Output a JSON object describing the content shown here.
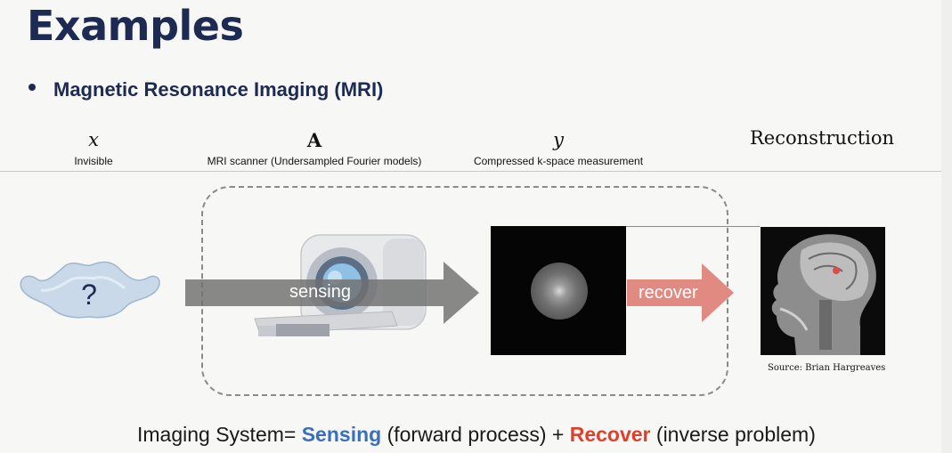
{
  "slide": {
    "title": "Examples",
    "bullet": "Magnetic Resonance Imaging (MRI)"
  },
  "columns": [
    {
      "symbol": "x",
      "label": "Invisible"
    },
    {
      "symbol": "A",
      "label": "MRI scanner (Undersampled Fourier models)"
    },
    {
      "symbol": "y",
      "label": "Compressed k-space measurement"
    },
    {
      "symbol": "Reconstruction",
      "label": ""
    }
  ],
  "diagram": {
    "unknown_symbol": "?",
    "sensing_label": "sensing",
    "recover_label": "recover",
    "source": "Source: Brian Hargreaves"
  },
  "equation": {
    "prefix": "Imaging System= ",
    "sensing": "Sensing",
    "middle": " (forward process) + ",
    "recover": "Recover",
    "suffix": " (inverse problem)"
  },
  "colors": {
    "title": "#1d2a52",
    "sensing": "#3a6fc0",
    "recover": "#e0402a",
    "sensing_arrow": "#6f6f6f",
    "recover_arrow": "#e08a82"
  }
}
